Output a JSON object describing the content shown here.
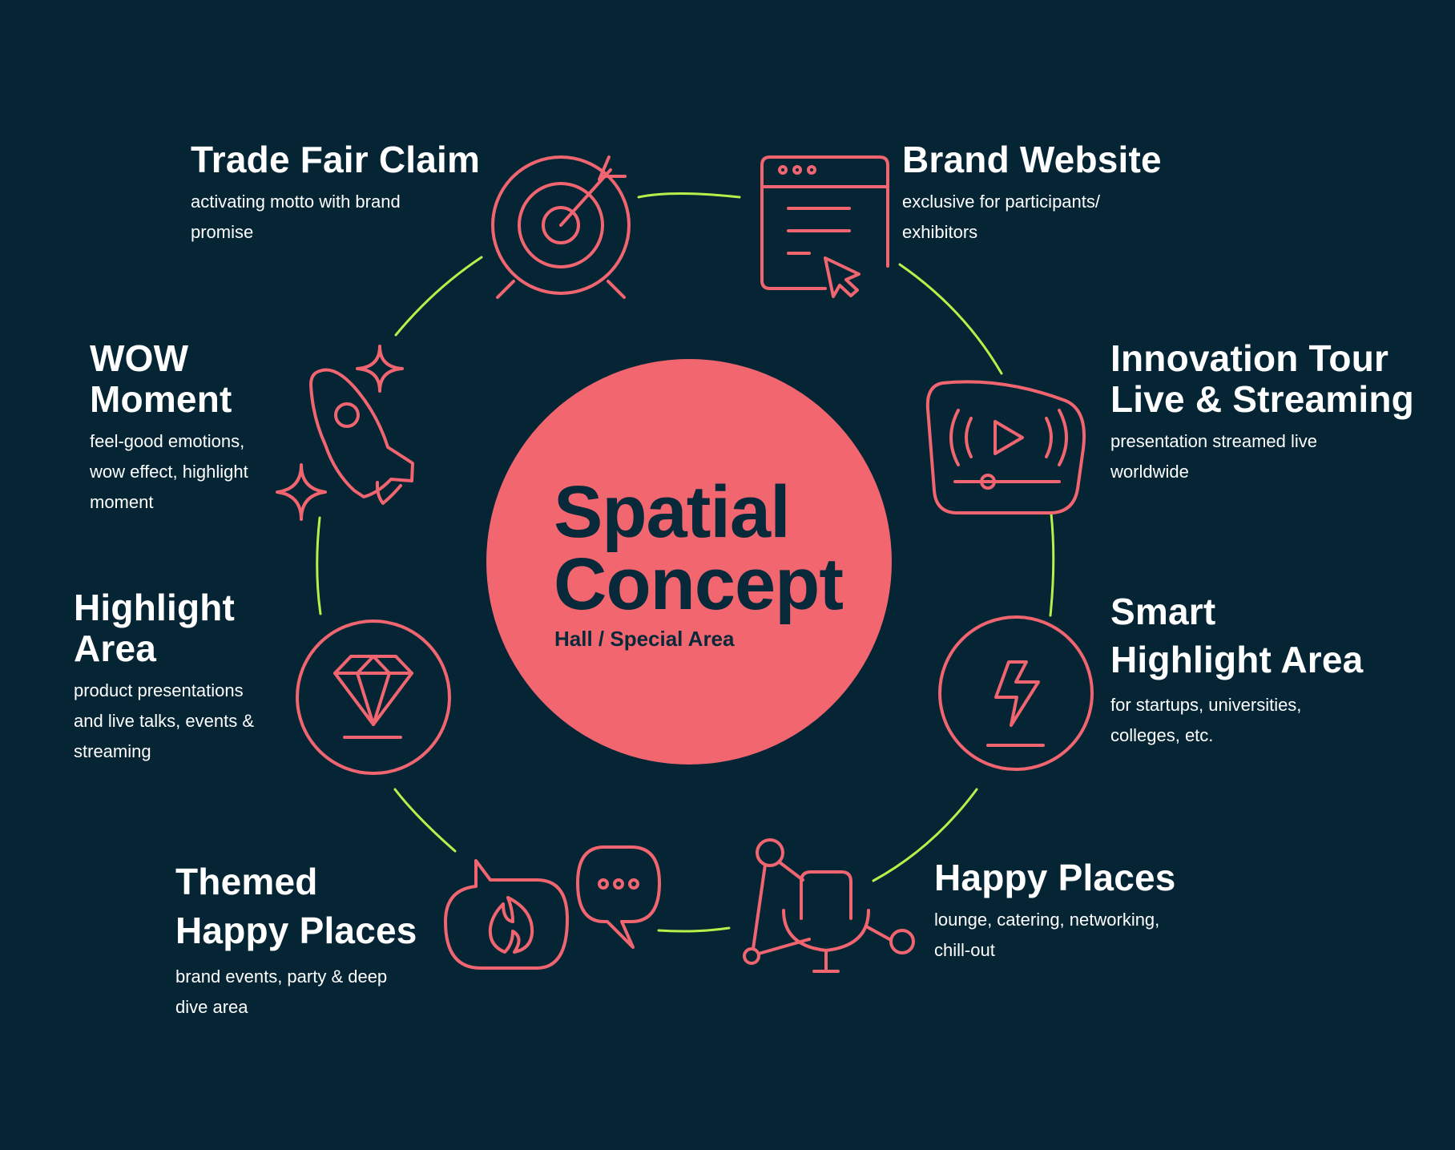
{
  "colors": {
    "background": "#052535",
    "accent": "#f06570",
    "connector": "#b8f04a",
    "center_text": "#07293a",
    "text": "#ffffff"
  },
  "center": {
    "title": "Spatial\nConcept",
    "subtitle": "Hall / Special Area"
  },
  "nodes": [
    {
      "icon": "target-icon",
      "title": "Trade Fair Claim",
      "description": "activating motto with brand\npromise"
    },
    {
      "icon": "browser-cursor-icon",
      "title": "Brand Website",
      "description": "exclusive for participants/\nexhibitors"
    },
    {
      "icon": "live-stream-icon",
      "title": "Innovation Tour\nLive & Streaming",
      "description": "presentation streamed live\nworldwide"
    },
    {
      "icon": "lightning-bolt-icon",
      "title": "Smart\nHighlight Area",
      "description": "for startups, universities,\ncolleges, etc."
    },
    {
      "icon": "lounge-chair-network-icon",
      "title": "Happy Places",
      "description": "lounge, catering, networking,\nchill-out"
    },
    {
      "icon": "chat-flame-icon",
      "title": "Themed\nHappy Places",
      "description": "brand events, party & deep\ndive area"
    },
    {
      "icon": "diamond-icon",
      "title": "Highlight\nArea",
      "description": "product presentations\nand live talks, events &\nstreaming"
    },
    {
      "icon": "rocket-sparkle-icon",
      "title": "WOW\nMoment",
      "description": "feel-good emotions,\nwow effect, highlight\nmoment"
    }
  ]
}
